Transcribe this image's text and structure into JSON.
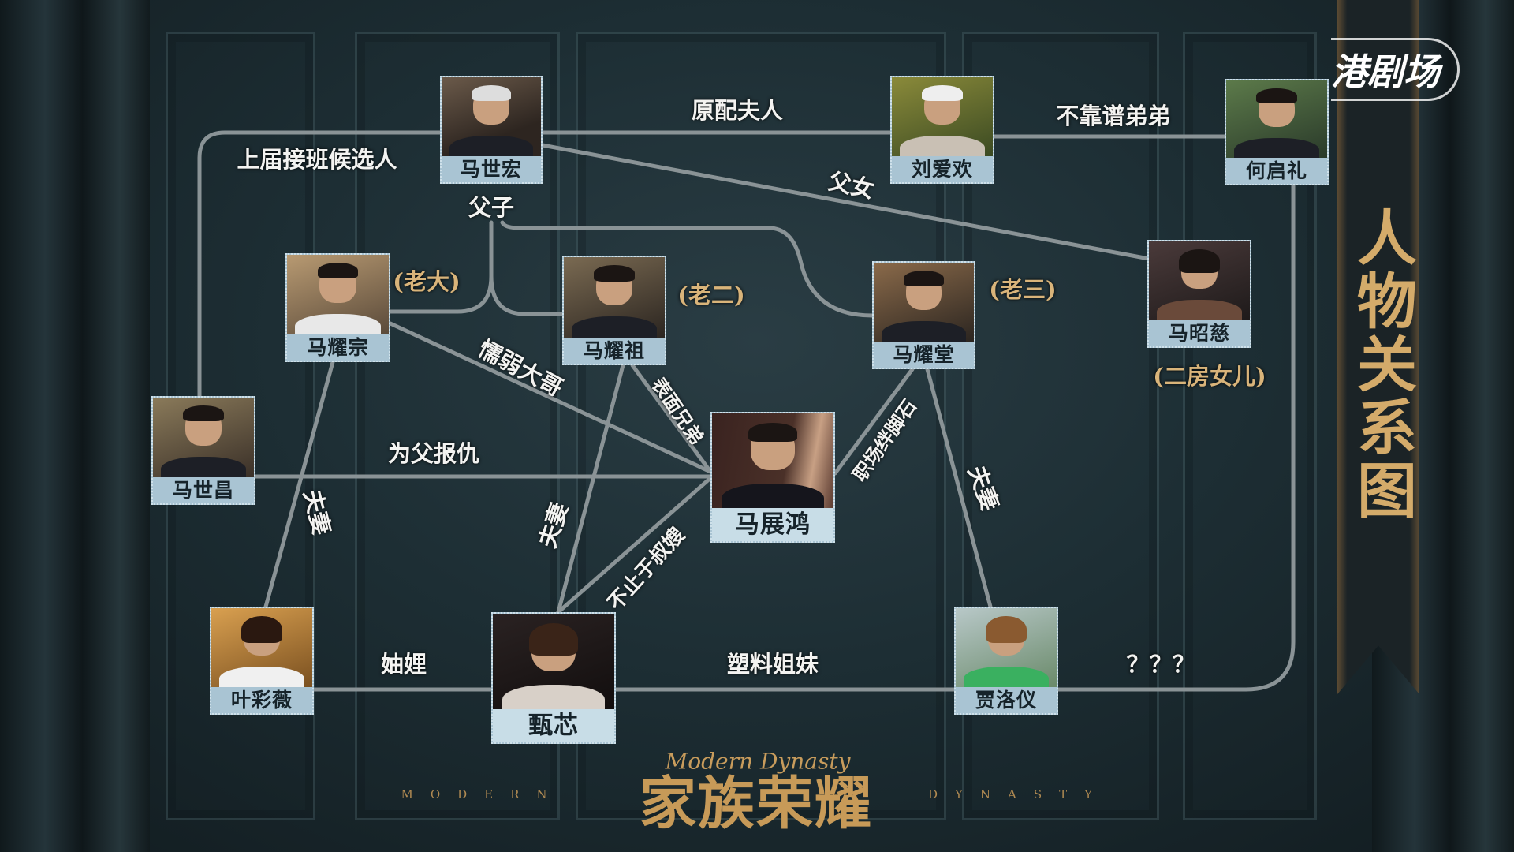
{
  "logo": "港剧场",
  "banner_title": "人物关系图",
  "show": {
    "title": "家族荣耀",
    "script_title": "Modern Dynasty",
    "left_word": "MODERN",
    "right_word": "DYNASTY"
  },
  "people": {
    "ma_shihong": "马世宏",
    "liu_aihuan": "刘爱欢",
    "he_qili": "何启礼",
    "ma_yaozong": "马耀宗",
    "ma_yaozu": "马耀祖",
    "ma_yaotang": "马耀堂",
    "ma_zhaoci": "马昭慈",
    "ma_shichang": "马世昌",
    "ma_zhanhong": "马展鸿",
    "ye_caiwei": "叶彩薇",
    "zhen_xin": "甄芯",
    "jia_luoyi": "贾洛仪"
  },
  "tags": {
    "eldest": "(老大)",
    "second": "(老二)",
    "third": "(老三)",
    "second_wife_daughter": "(二房女儿)"
  },
  "relations": {
    "prev_successor": "上届接班候选人",
    "first_wife": "原配夫人",
    "unreliable_brother": "不靠谱弟弟",
    "father_daughter": "父女",
    "father_son": "父子",
    "weak_brother": "懦弱大哥",
    "surface_brothers": "表面兄弟",
    "career_obstacle": "职场绊脚石",
    "avenge_father": "为父报仇",
    "couple_1": "夫妻",
    "couple_2": "夫妻",
    "beyond_inlaws": "不止于叔嫂",
    "couple_3": "夫妻",
    "sisters_in_law": "妯娌",
    "plastic_sisters": "塑料姐妹",
    "unknown": "？？？"
  },
  "colors": {
    "line": "#8a9396",
    "name_band": "#a9c4d3",
    "gold": "#d4ab6a",
    "background": "#1d2e34"
  }
}
